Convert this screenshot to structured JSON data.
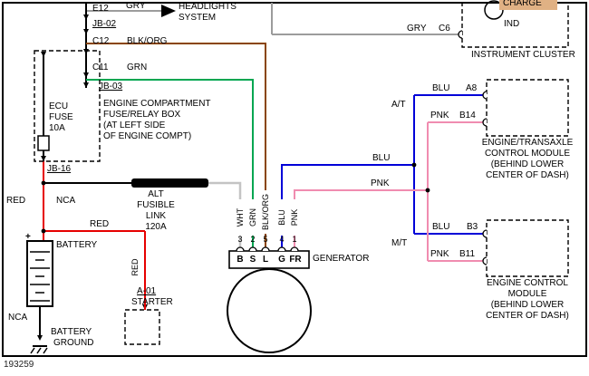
{
  "diagram_id": "193259",
  "colors": {
    "red": "#e60000",
    "green": "#00a651",
    "blue": "#0000d8",
    "pink": "#f08cb0",
    "gray_wire": "#9c9c9c",
    "white_wire": "#c4c4c4",
    "blk_org_wire": "#8a4500",
    "black": "#000000",
    "highlight_tan": "#e0b184"
  },
  "top_left": {
    "e12": "E12",
    "gry": "GRY",
    "headlights": [
      "HEADLIGHTS",
      "SYSTEM"
    ],
    "jb02": "JB-02",
    "c12": "C12",
    "blk_org": "BLK/ORG",
    "c11": "C11",
    "grn": "GRN",
    "jb03": "JB-03"
  },
  "fuse_box": {
    "fuse": [
      "ECU",
      "FUSE",
      "10A"
    ],
    "caption": [
      "ENGINE COMPARTMENT",
      "FUSE/RELAY BOX",
      "(AT LEFT SIDE",
      "OF ENGINE COMPT)"
    ],
    "jb16": "JB-16"
  },
  "fusible_link": {
    "lines": [
      "ALT",
      "FUSIBLE",
      "LINK",
      "120A"
    ]
  },
  "battery": {
    "red_vertical": "RED",
    "nca": "NCA",
    "plus": "+",
    "label": "BATTERY",
    "red_horizontal": "RED",
    "red_starter": "RED",
    "a01": "A-01",
    "starter": "STARTER",
    "nca_ground": "NCA",
    "ground": [
      "BATTERY",
      "GROUND"
    ]
  },
  "generator": {
    "label": "GENERATOR",
    "pins": [
      "3",
      "2",
      "5",
      "4",
      "1"
    ],
    "terminals": [
      "B",
      "S",
      "L",
      "G",
      "FR"
    ],
    "wire_labels": [
      "WHT",
      "GRN",
      "BLK/ORG",
      "BLU",
      "PNK"
    ]
  },
  "branches": {
    "blu": "BLU",
    "pnk": "PNK",
    "at": "A/T",
    "mt": "M/T"
  },
  "etcm": {
    "blu": "BLU",
    "a8": "A8",
    "pnk": "PNK",
    "b14": "B14",
    "caption": [
      "ENGINE/TRANSAXLE",
      "CONTROL MODULE",
      "(BEHIND LOWER",
      "CENTER OF DASH)"
    ]
  },
  "ecm": {
    "blu": "BLU",
    "b3": "B3",
    "pnk": "PNK",
    "b11": "B11",
    "caption": [
      "ENGINE CONTROL",
      "MODULE",
      "(BEHIND LOWER",
      "CENTER OF DASH)"
    ]
  },
  "cluster": {
    "charge": "CHARGE",
    "ind": "IND",
    "label": "INSTRUMENT CLUSTER",
    "gry": "GRY",
    "c6": "C6"
  }
}
